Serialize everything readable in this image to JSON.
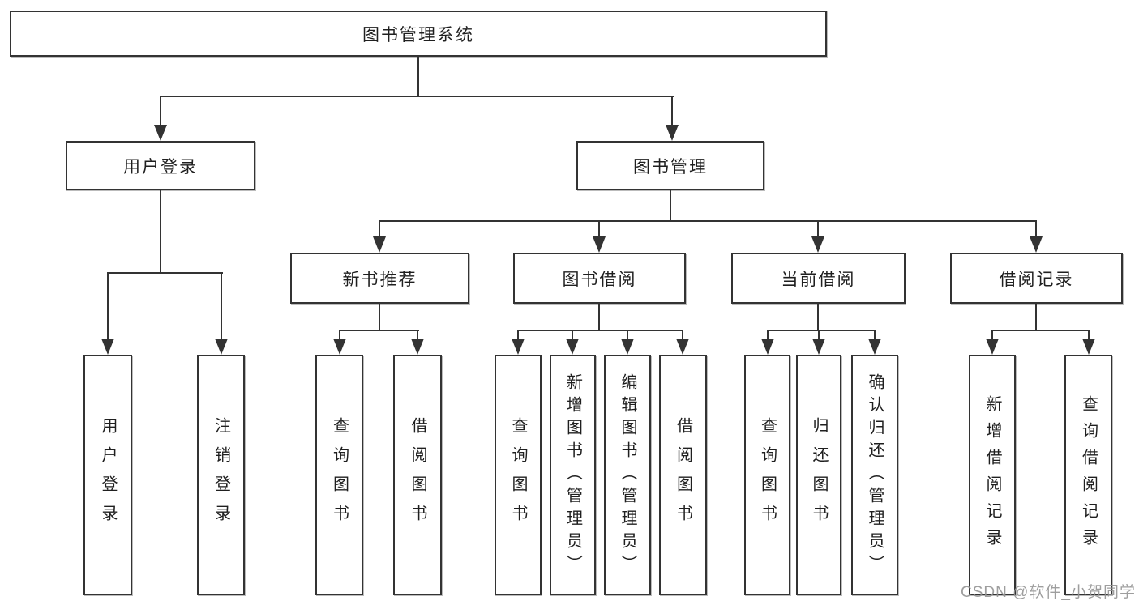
{
  "tree": {
    "root": "图书管理系统",
    "branches": [
      {
        "label": "用户登录",
        "children": [
          "用户登录",
          "注销登录"
        ]
      },
      {
        "label": "图书管理",
        "children": [
          {
            "label": "新书推荐",
            "children": [
              "查询图书",
              "借阅图书"
            ]
          },
          {
            "label": "图书借阅",
            "children": [
              "查询图书",
              "新增图书（管理员）",
              "编辑图书（管理员）",
              "借阅图书"
            ]
          },
          {
            "label": "当前借阅",
            "children": [
              "查询图书",
              "归还图书",
              "确认归还（管理员）"
            ]
          },
          {
            "label": "借阅记录",
            "children": [
              "新增借阅记录",
              "查询借阅记录"
            ]
          }
        ]
      }
    ]
  },
  "watermark": "CSDN @软件_小贺同学",
  "colors": {
    "line": "#333333",
    "box_border": "#333333",
    "box_background": "#ffffff",
    "text": "#1f1f1f",
    "watermark": "#949494"
  }
}
